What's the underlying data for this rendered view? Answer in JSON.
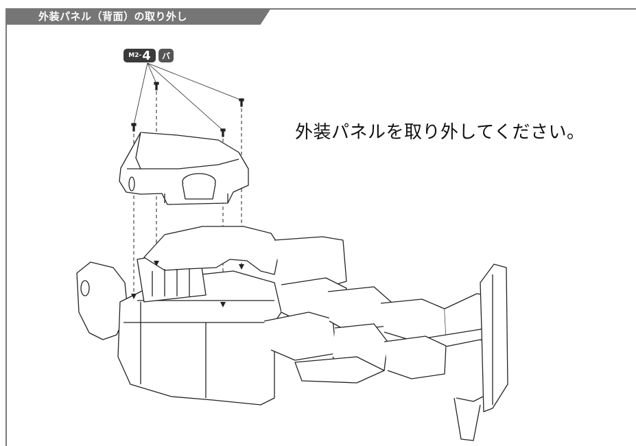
{
  "header": {
    "title": "外装パネル（背面）の取り外し"
  },
  "screw_badge": {
    "prefix": "M2-",
    "length": "4",
    "type": "バ"
  },
  "instruction": "外装パネルを取り外してください。",
  "colors": {
    "frame": "#777777",
    "title_bar": "#767676",
    "badge": "#3a3a3a",
    "line_art": "#222222"
  }
}
